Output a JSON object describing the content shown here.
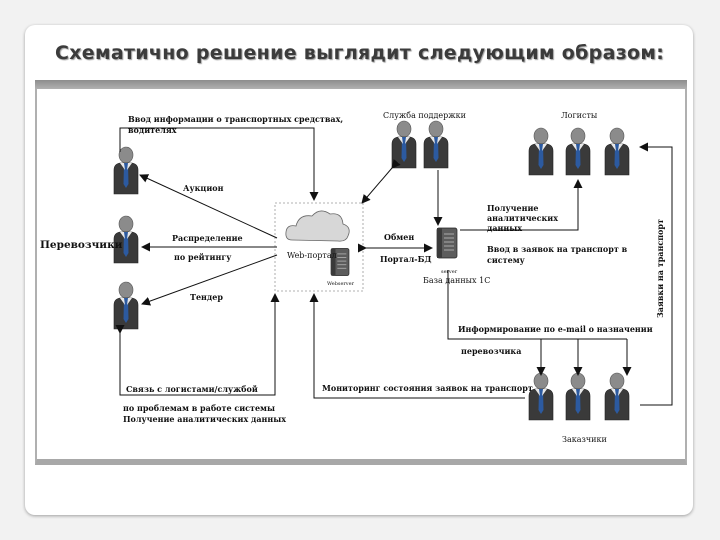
{
  "slide": {
    "title": "Схематично решение выглядит следующим образом:"
  },
  "diagram": {
    "roles": {
      "carriers": "Перевозчики",
      "support": "Служба поддержки",
      "logisticians": "Логисты",
      "customers": "Заказчики"
    },
    "portal": {
      "label": "Web-портал",
      "server_caption": "Webserver"
    },
    "database": {
      "server_caption": "server",
      "label": "База данных 1С"
    },
    "edges": {
      "vehicle_info_1": "Ввод информации о транспортных средствах,",
      "vehicle_info_2": "водителях",
      "auction": "Аукцион",
      "distribution_1": "Распределение",
      "distribution_2": "по рейтингу",
      "tender": "Тендер",
      "exchange_1": "Обмен",
      "exchange_2": "Портал-БД",
      "analytics_1": "Получение",
      "analytics_2": "аналитических",
      "analytics_3": "данных",
      "input_orders_1": "Ввод в заявок на транспорт в",
      "input_orders_2": "систему",
      "transport_requests": "Заявки на транспорт",
      "email_1": "Информирование по e-mail о назначении",
      "email_2": "перевозчика",
      "monitoring": "Мониторинг состояния заявок на транспорт",
      "contact_1": "Связь с логистами/службой",
      "contact_2": "по проблемам в работе системы",
      "contact_3": "Получение аналитических данных"
    }
  },
  "colors": {
    "title": "#3b3b3b",
    "header_bar": "#9a9a9a",
    "person_suit": "#3a3a3a",
    "person_head": "#8a8a8a",
    "tie": "#2c5aa0"
  }
}
